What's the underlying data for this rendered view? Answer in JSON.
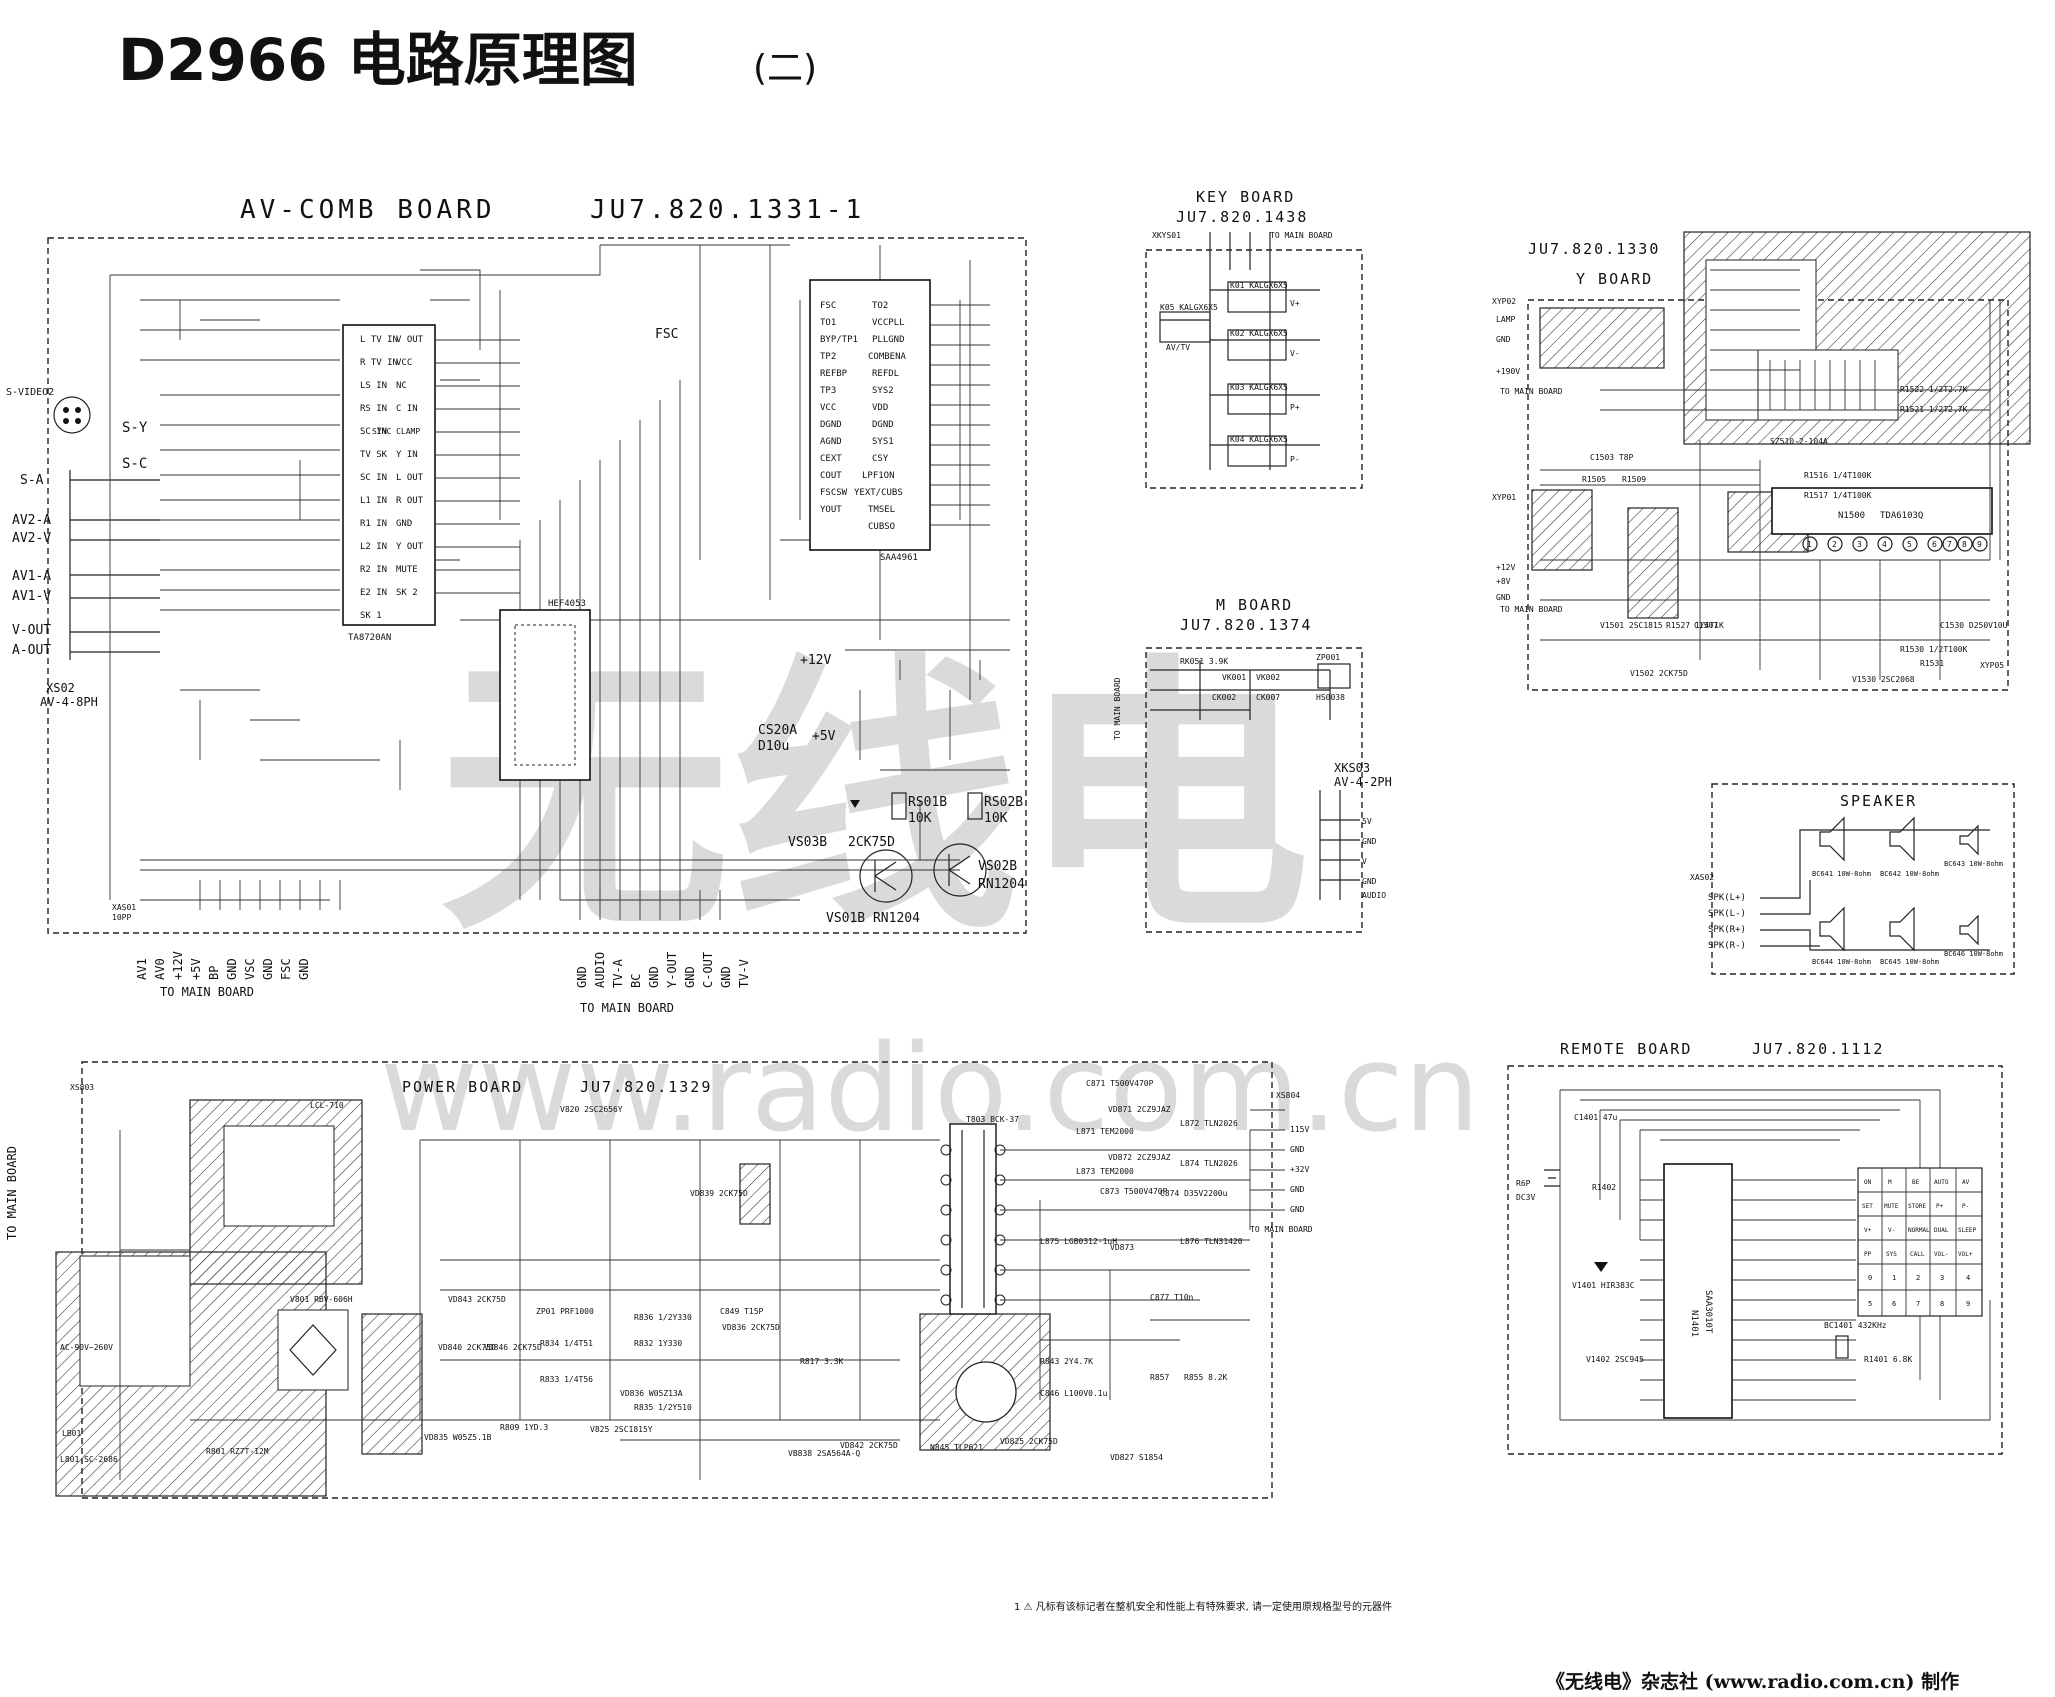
{
  "title": {
    "main": "D2966 电路原理图",
    "suffix": "(二)"
  },
  "boards": {
    "av_comb": {
      "name": "AV-COMB BOARD",
      "code": "JU7.820.1331-1",
      "bottom_pins": [
        "AV1",
        "AV0",
        "+12V",
        "+5V",
        "BP",
        "GND",
        "VSC",
        "GND",
        "FSC",
        "GND"
      ],
      "bottom_pins_right": [
        "GND",
        "AUDIO",
        "TV-A",
        "BC",
        "GND",
        "Y-OUT",
        "GND",
        "C-OUT",
        "GND",
        "TV-V"
      ],
      "to_main_left": "TO MAIN BOARD",
      "to_main_right": "TO MAIN BOARD",
      "left_jacks": [
        "S-A",
        "AV2-A",
        "AV2-V",
        "AV1-A",
        "AV1-V",
        "V-OUT",
        "A-OUT"
      ],
      "svideo": "S-VIDEO2",
      "xs02": "XS02",
      "xs02_type": "AV-4-8PH",
      "ic1_name": "TA8720AN",
      "ic1_pins": [
        "L TV IN",
        "R TV IN",
        "LS IN",
        "RS IN",
        "SC IN",
        "TV SK",
        "SC IN",
        "L1 IN",
        "R1 IN",
        "L2 IN",
        "R2 IN",
        "E2 IN",
        "SK 1"
      ],
      "ic1_pins_r": [
        "V OUT",
        "VCC",
        "NC",
        "C IN",
        "SYNC CLAMP",
        "Y IN",
        "L OUT",
        "R OUT",
        "GND",
        "Y OUT",
        "MUTE",
        "SK 2"
      ],
      "ic2_name": "SAA4961",
      "ic2_pins": [
        "FSC",
        "TO1",
        "BYP/TP1",
        "TP2",
        "REFBP",
        "TP3",
        "VCC",
        "DGND",
        "AGND",
        "CEXT",
        "COUT",
        "FSCSW",
        "YOUT"
      ],
      "ic2_pins_r": [
        "TO2",
        "VCCPLL",
        "PLLGND",
        "COMBENA",
        "REFDL",
        "SYS2",
        "VDD",
        "DGND",
        "SYS1",
        "CSY",
        "LPF1ON",
        "YEXT/CUBS",
        "TMSEL",
        "CUBSO"
      ],
      "ic3_name": "HEF4053",
      "label_sy": "S-Y",
      "label_sc": "S-C",
      "label_fsc": "FSC",
      "rs01": "RS01B",
      "rs01v": "10K",
      "rs02": "RS02B",
      "rs02v": "10K",
      "vs03": "VS03B",
      "vs03t": "2CK75D",
      "vs01": "VS01B RN1204",
      "vs02": "VS02B",
      "vs02t": "RN1204",
      "cs20": "CS20A",
      "cs20v": "D10u",
      "p12": "+12V",
      "p5": "+5V",
      "xas01": "XAS01",
      "xas01t": "10PP"
    },
    "key": {
      "name": "KEY BOARD",
      "code": "JU7.820.1438",
      "to_main": "TO MAIN BOARD",
      "xky": "XKYS01",
      "switches": [
        "K01 KALGX6X5",
        "K02 KALGX6X5",
        "K03 KALGX6X5",
        "K04 KALGX6X5",
        "K05 KALGX6X5"
      ],
      "labels": [
        "V+",
        "V-",
        "P+",
        "P-",
        "AV/TV"
      ]
    },
    "m": {
      "name": "M BOARD",
      "code": "JU7.820.1374",
      "to_main": "TO MAIN BOARD",
      "xs03": "XKS03",
      "xs03t": "AV-4-2PH",
      "parts": [
        "RK051 3.9K",
        "VK001",
        "VK002",
        "CK002",
        "CK007",
        "ZP001",
        "HS0038"
      ],
      "pins": [
        "5V",
        "GND",
        "V",
        "GND",
        "AUDIO"
      ]
    },
    "y": {
      "name": "Y BOARD",
      "code": "JU7.820.1330",
      "ic_name": "TDA6103Q",
      "ic_label": "N1500",
      "to_main": "TO MAIN BOARD",
      "xyp02": "XYP02",
      "xyp01": "XYP01",
      "parts": [
        "R1505",
        "R1509",
        "R1516 1/4T100K",
        "R1517 1/4T100K",
        "R1522 1/2T2.7K",
        "R1521 1/2T2.7K",
        "R1527 1/4T1K",
        "R1530 1/2T100K",
        "R1531",
        "V1501 2SC1815",
        "V1502 2CK75D",
        "V1530 2SC2068",
        "C1503 T8P",
        "C1507",
        "C1530 D250V10U",
        "XYP05"
      ],
      "pins": [
        "LAMP",
        "GND",
        "+190V",
        "+8V",
        "GND",
        "+12V"
      ],
      "socket": "SZ510-2-104A",
      "pins_ic": [
        "1",
        "2",
        "3",
        "4",
        "5",
        "6",
        "7",
        "8",
        "9"
      ]
    },
    "speaker": {
      "name": "SPEAKER",
      "xas": "XAS02",
      "lines": [
        "SPK(L+)",
        "SPK(L-)",
        "SPK(R+)",
        "SPK(R-)"
      ],
      "parts": [
        "BC641 10W-8ohm",
        "BC642 10W-8ohm",
        "BC643 10W-8ohm",
        "BC644 10W-8ohm",
        "BC645 10W-8ohm",
        "BC646 10W-8ohm"
      ]
    },
    "power": {
      "name": "POWER BOARD",
      "code": "JU7.820.1329",
      "to_main": "TO MAIN BOARD",
      "xs803": "XS803",
      "xs804": "XS804",
      "out_pins": [
        "115V",
        "GND",
        "+32V",
        "GND",
        "GND"
      ],
      "parts": [
        "T803 BCK-37",
        "V801 RBV-606H",
        "LCL-710",
        "L871 TEM2000",
        "L873 TEM2000",
        "L872 TLN2026",
        "L874 TLN2026",
        "L875 LGB0312-1uH",
        "L876 TLN31420",
        "C871 T500V470P",
        "C873 T500V470P",
        "C874 D35V2200u",
        "C877 T10n",
        "VD871 2CZ9JAZ",
        "VD872 2CZ9JAZ",
        "VD873",
        "V825 2SC1815Y",
        "V820 2SC2656Y",
        "VD843 2CK75D",
        "VD840 2CK75D",
        "VD846 2CK75D",
        "VD836 2CK75D",
        "VD839 2CK75D",
        "R832 1Y330",
        "R833 1/4T56",
        "R834 1/4T51",
        "R835 1/2Y510",
        "R836 1/2Y330",
        "R843 2Y4.7K",
        "R817 3.3K",
        "R857",
        "R855 8.2K",
        "C846 L100V0.1u",
        "C849 T15P",
        "VD842 2CK75D",
        "VB838 2SA564A-Q",
        "VD825 2CK75D",
        "VD827 S1854",
        "ZP01 PRF1000",
        "N845 TLP621",
        "R801 RZ7T-12M",
        "VD835 W05Z5.1B",
        "VD836 W05Z13A",
        "L801 SC-2686",
        "AC-90V~260V",
        "R809 1YD.3",
        "LB01"
      ]
    },
    "remote": {
      "name": "REMOTE BOARD",
      "code": "JU7.820.1112",
      "ic_name": "SAA3010T",
      "ic_label": "N1401",
      "parts": [
        "BC1401 432KHz",
        "R1401 6.8K",
        "R1402",
        "C1401 47u",
        "V1401 HIR383C",
        "V1402 2SC945",
        "DC3V",
        "R6P"
      ],
      "keys": [
        "ON",
        "M",
        "BE",
        "AUTO",
        "AV",
        "SET",
        "MUTE",
        "STORE",
        "P+",
        "P-",
        "V+",
        "V-",
        "NORMAL",
        "DUAL",
        "SLEEP",
        "PP",
        "SYS",
        "CALL",
        "VOL-",
        "VOL+",
        "0",
        "1",
        "2",
        "3",
        "4",
        "5",
        "6",
        "7",
        "8",
        "9"
      ]
    }
  },
  "footnote": "1 ⚠ 凡标有该标记者在整机安全和性能上有特殊要求, 请一定使用原规格型号的元器件",
  "credit": "《无线电》杂志社 (www.radio.com.cn) 制作",
  "watermark_url": "www.radio.com.cn"
}
